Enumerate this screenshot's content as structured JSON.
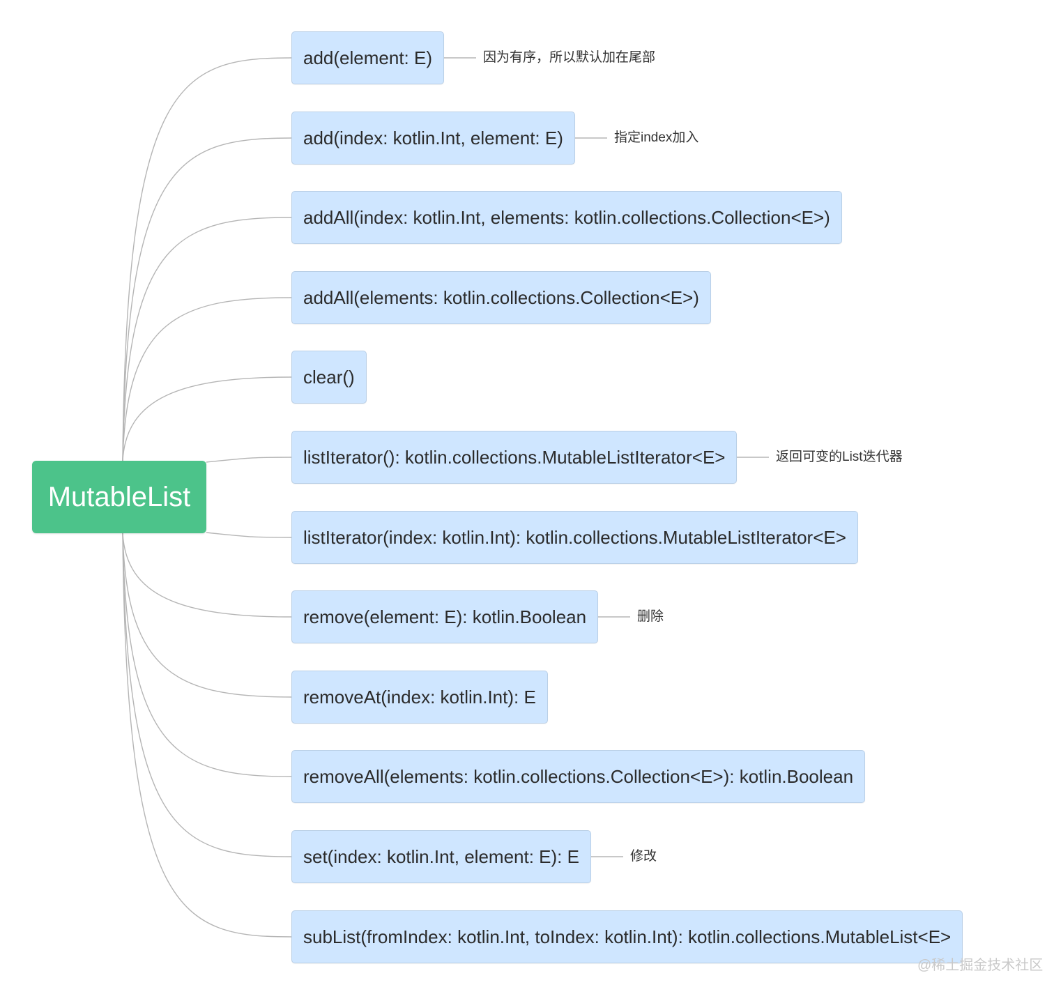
{
  "diagram": {
    "root": {
      "label": "MutableList",
      "color": "#4cc38a"
    },
    "children": [
      {
        "label": "add(element: E)",
        "note": "因为有序，所以默认加在尾部"
      },
      {
        "label": "add(index: kotlin.Int, element: E)",
        "note": "指定index加入"
      },
      {
        "label": "addAll(index: kotlin.Int, elements: kotlin.collections.Collection<E>)",
        "note": ""
      },
      {
        "label": "addAll(elements: kotlin.collections.Collection<E>)",
        "note": ""
      },
      {
        "label": "clear()",
        "note": ""
      },
      {
        "label": "listIterator(): kotlin.collections.MutableListIterator<E>",
        "note": "返回可变的List迭代器"
      },
      {
        "label": "listIterator(index: kotlin.Int): kotlin.collections.MutableListIterator<E>",
        "note": ""
      },
      {
        "label": "remove(element: E): kotlin.Boolean",
        "note": "删除"
      },
      {
        "label": "removeAt(index: kotlin.Int): E",
        "note": ""
      },
      {
        "label": "removeAll(elements: kotlin.collections.Collection<E>): kotlin.Boolean",
        "note": ""
      },
      {
        "label": "set(index: kotlin.Int, element: E): E",
        "note": "修改"
      },
      {
        "label": "subList(fromIndex: kotlin.Int, toIndex: kotlin.Int): kotlin.collections.MutableList<E>",
        "note": ""
      }
    ],
    "node_color": "#cfe6ff",
    "line_color": "#b5b5b5"
  },
  "watermark": "@稀土掘金技术社区"
}
